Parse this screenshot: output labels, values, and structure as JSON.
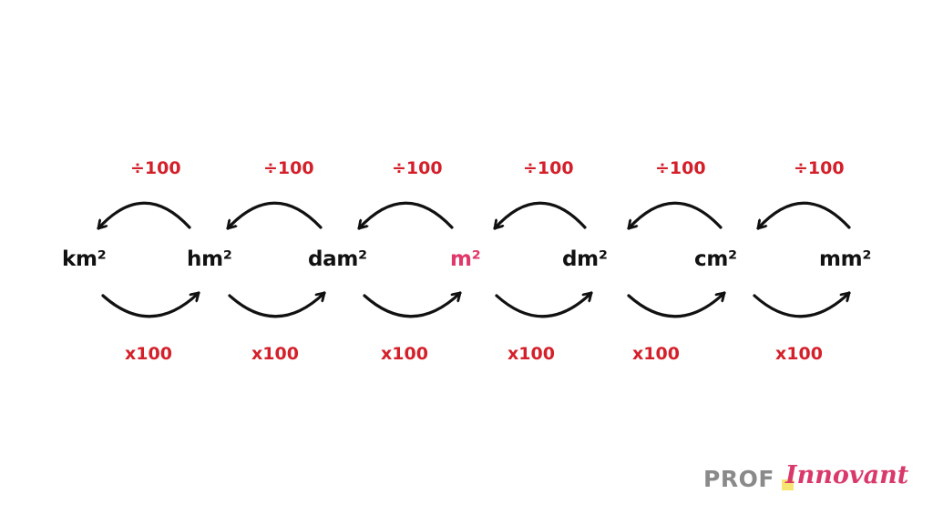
{
  "units": [
    "km²",
    "hm²",
    "dam²",
    "m²",
    "dm²",
    "cm²",
    "mm²"
  ],
  "highlighted_unit": "m²",
  "divide_factors": [
    "÷100",
    "÷100",
    "÷100",
    "÷100",
    "÷100",
    "÷100"
  ],
  "multiply_factors": [
    "x100",
    "x100",
    "x100",
    "x100",
    "x100",
    "x100"
  ],
  "logo": {
    "prefix": "PROF",
    "suffix": "Innovant"
  },
  "colors": {
    "unit_text": "#111111",
    "highlight": "#e0386a",
    "factor_text": "#d4202a",
    "arrow": "#111111",
    "logo_prefix": "#8a8a8a",
    "logo_suffix": "#d9396b"
  }
}
